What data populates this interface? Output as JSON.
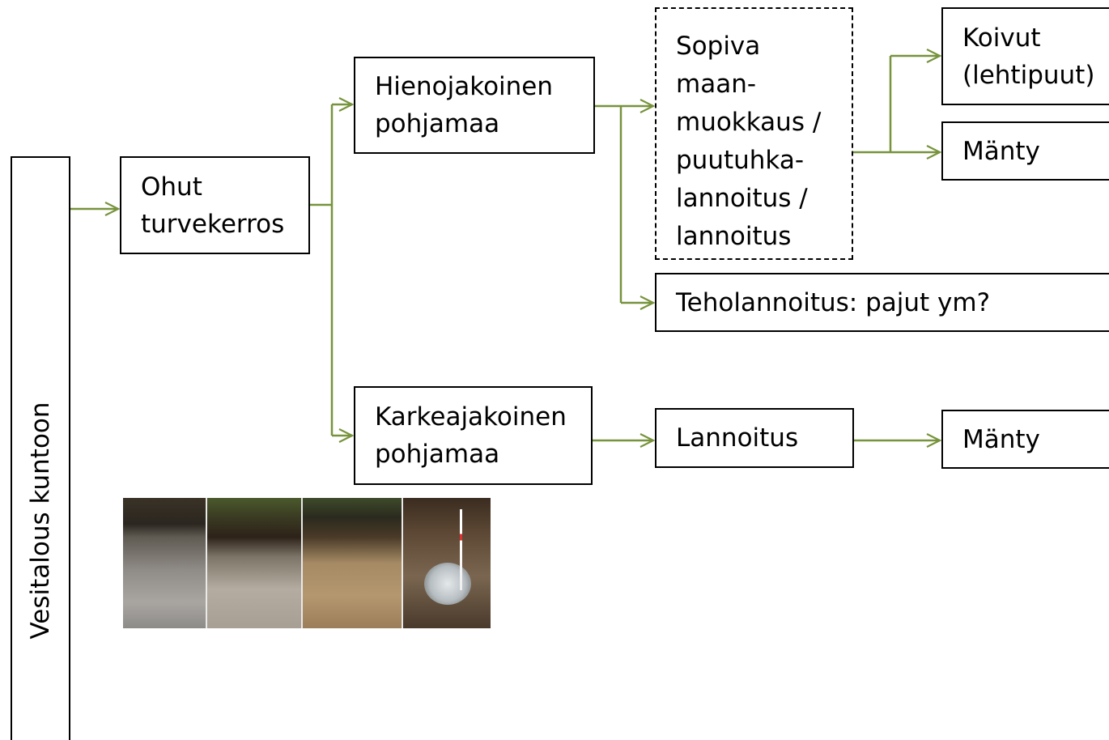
{
  "colors": {
    "connector": "#77933c",
    "border": "#000000"
  },
  "vertical_label": "Vesitalous kuntoon",
  "nodes": {
    "ohut": [
      "Ohut",
      "turvekerros"
    ],
    "hieno": [
      "Hienojakoinen",
      "pohjamaa"
    ],
    "karkea": [
      "Karkeajakoinen",
      "pohjamaa"
    ],
    "sopiva": [
      "Sopiva",
      "maan-",
      "muokkaus /",
      "puutuhka-",
      "lannoitus /",
      "lannoitus"
    ],
    "koivut": [
      "Koivut",
      "(lehtipuut)"
    ],
    "manty1": [
      "Mänty"
    ],
    "teho": [
      "Teholannoitus: pajut ym?"
    ],
    "lannoitus": [
      "Lannoitus"
    ],
    "manty2": [
      "Mänty"
    ]
  },
  "photos": [
    "soil-profile-1",
    "soil-profile-2",
    "soil-profile-3",
    "soil-profile-4"
  ]
}
